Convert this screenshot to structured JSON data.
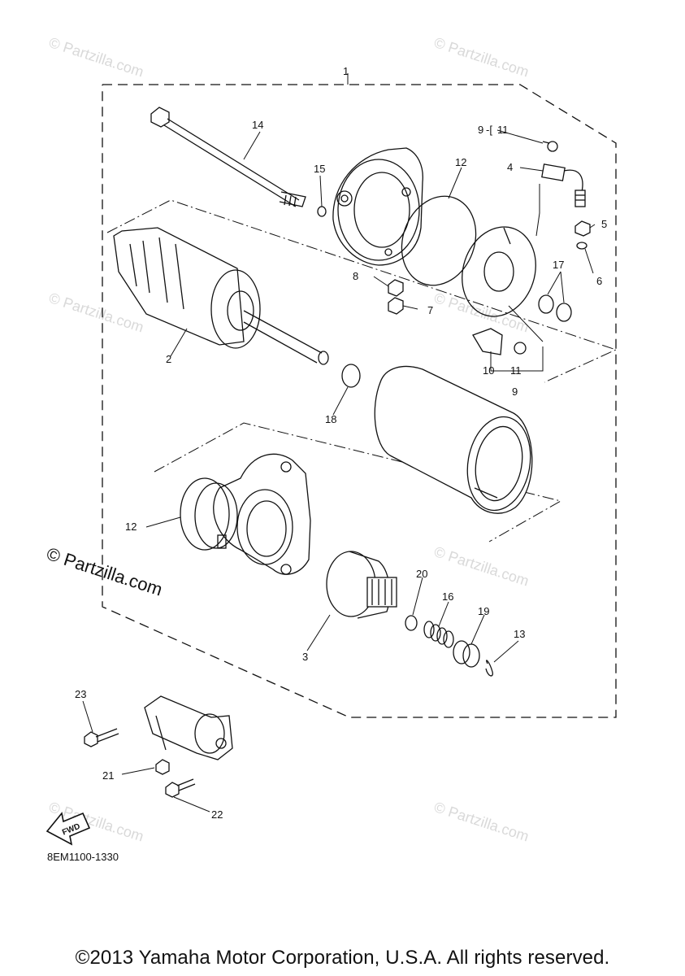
{
  "watermark": {
    "text": "© Partzilla.com",
    "main_text": "© Partzilla.com"
  },
  "diagram": {
    "part_code": "8EM1100-1330",
    "fwd_label": "FWD",
    "callouts": {
      "c1": "1",
      "c2": "2",
      "c3": "3",
      "c4": "4",
      "c5": "5",
      "c6": "6",
      "c7": "7",
      "c8": "8",
      "c9top": "9",
      "c9range": "11",
      "c9bottom": "9",
      "c10": "10",
      "c11": "11",
      "c12a": "12",
      "c12b": "12",
      "c13": "13",
      "c14": "14",
      "c15": "15",
      "c16": "16",
      "c17": "17",
      "c18": "18",
      "c19": "19",
      "c20": "20",
      "c21": "21",
      "c22": "22",
      "c23": "23"
    }
  },
  "footer": {
    "copyright": "©2013 Yamaha Motor Corporation, U.S.A. All rights reserved."
  }
}
